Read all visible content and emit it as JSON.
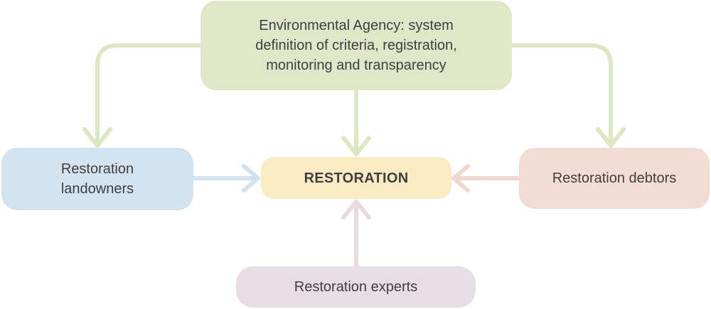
{
  "diagram": {
    "agency": {
      "lines": [
        "Environmental Agency: system",
        "definition of criteria, registration,",
        "monitoring and transparency"
      ]
    },
    "landowners": {
      "lines": [
        "Restoration",
        "landowners"
      ]
    },
    "center": {
      "label": "RESTORATION"
    },
    "debtors": {
      "label": "Restoration debtors"
    },
    "experts": {
      "label": "Restoration experts"
    }
  },
  "colors": {
    "agency": "#dfe7c8",
    "landowners": "#d3e3ef",
    "center": "#fbebc4",
    "debtors": "#f3dcd3",
    "experts": "#e8dde2",
    "arrow_green": "#dde7c1",
    "arrow_blue": "#d2e2ef",
    "arrow_pink": "#efd7d1",
    "arrow_purple": "#e7dbe1"
  }
}
